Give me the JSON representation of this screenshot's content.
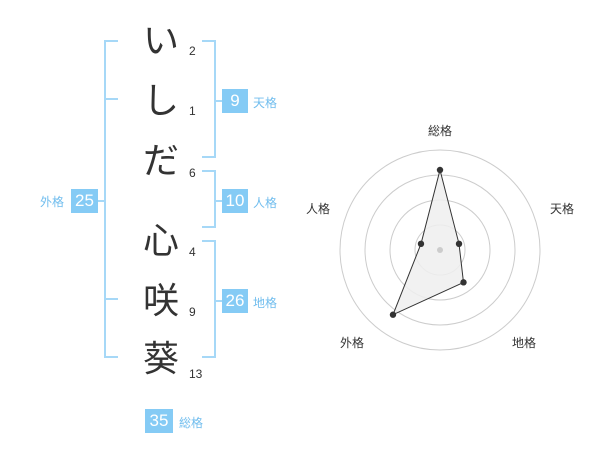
{
  "name": {
    "characters": [
      {
        "char": "い",
        "strokes": "2"
      },
      {
        "char": "し",
        "strokes": "1"
      },
      {
        "char": "だ",
        "strokes": "6"
      },
      {
        "char": "心",
        "strokes": "4"
      },
      {
        "char": "咲",
        "strokes": "9"
      },
      {
        "char": "葵",
        "strokes": "13"
      }
    ]
  },
  "kakusu": {
    "tenkaku": {
      "label": "天格",
      "value": "9"
    },
    "jinkaku": {
      "label": "人格",
      "value": "10"
    },
    "chikaku": {
      "label": "地格",
      "value": "26"
    },
    "gaikaku": {
      "label": "外格",
      "value": "25"
    },
    "soukaku": {
      "label": "総格",
      "value": "35"
    }
  },
  "chart_data": {
    "type": "radar",
    "axes": [
      "総格",
      "天格",
      "地格",
      "外格",
      "人格"
    ],
    "values": [
      4,
      1,
      2,
      4,
      1
    ],
    "rlim": [
      0,
      5
    ],
    "rings": 4
  },
  "colors": {
    "accent": "#85cbf5",
    "bracket": "#a6d8f7",
    "text": "#333333",
    "ring": "#cccccc"
  }
}
